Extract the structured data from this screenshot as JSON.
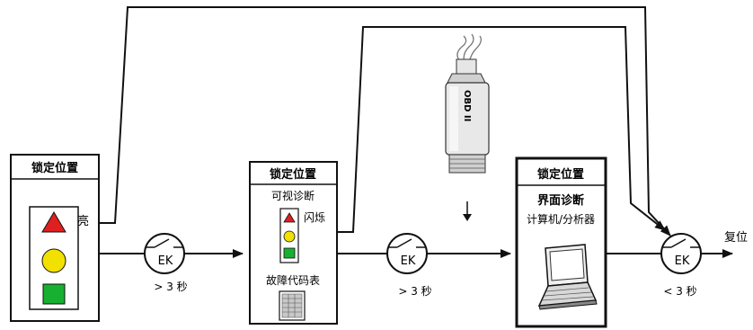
{
  "box1": {
    "title": "锁定位置",
    "light_label": "亮"
  },
  "switch1": {
    "label": "EK",
    "caption": "> 3 秒"
  },
  "box2": {
    "title": "锁定位置",
    "line1": "可视诊断",
    "blink_label": "闪烁",
    "code_label": "故障代码表"
  },
  "switch2": {
    "label": "EK",
    "caption": "> 3 秒"
  },
  "connector": {
    "text": "OBD II"
  },
  "box3": {
    "title": "锁定位置",
    "line1": "界面诊断",
    "line2": "计算机/分析器"
  },
  "switch3": {
    "label": "EK",
    "caption": "< 3 秒"
  },
  "reset_label": "复位",
  "colors": {
    "red": "#e02020",
    "yellow": "#f2e000",
    "green": "#18b030",
    "line": "#111111"
  }
}
